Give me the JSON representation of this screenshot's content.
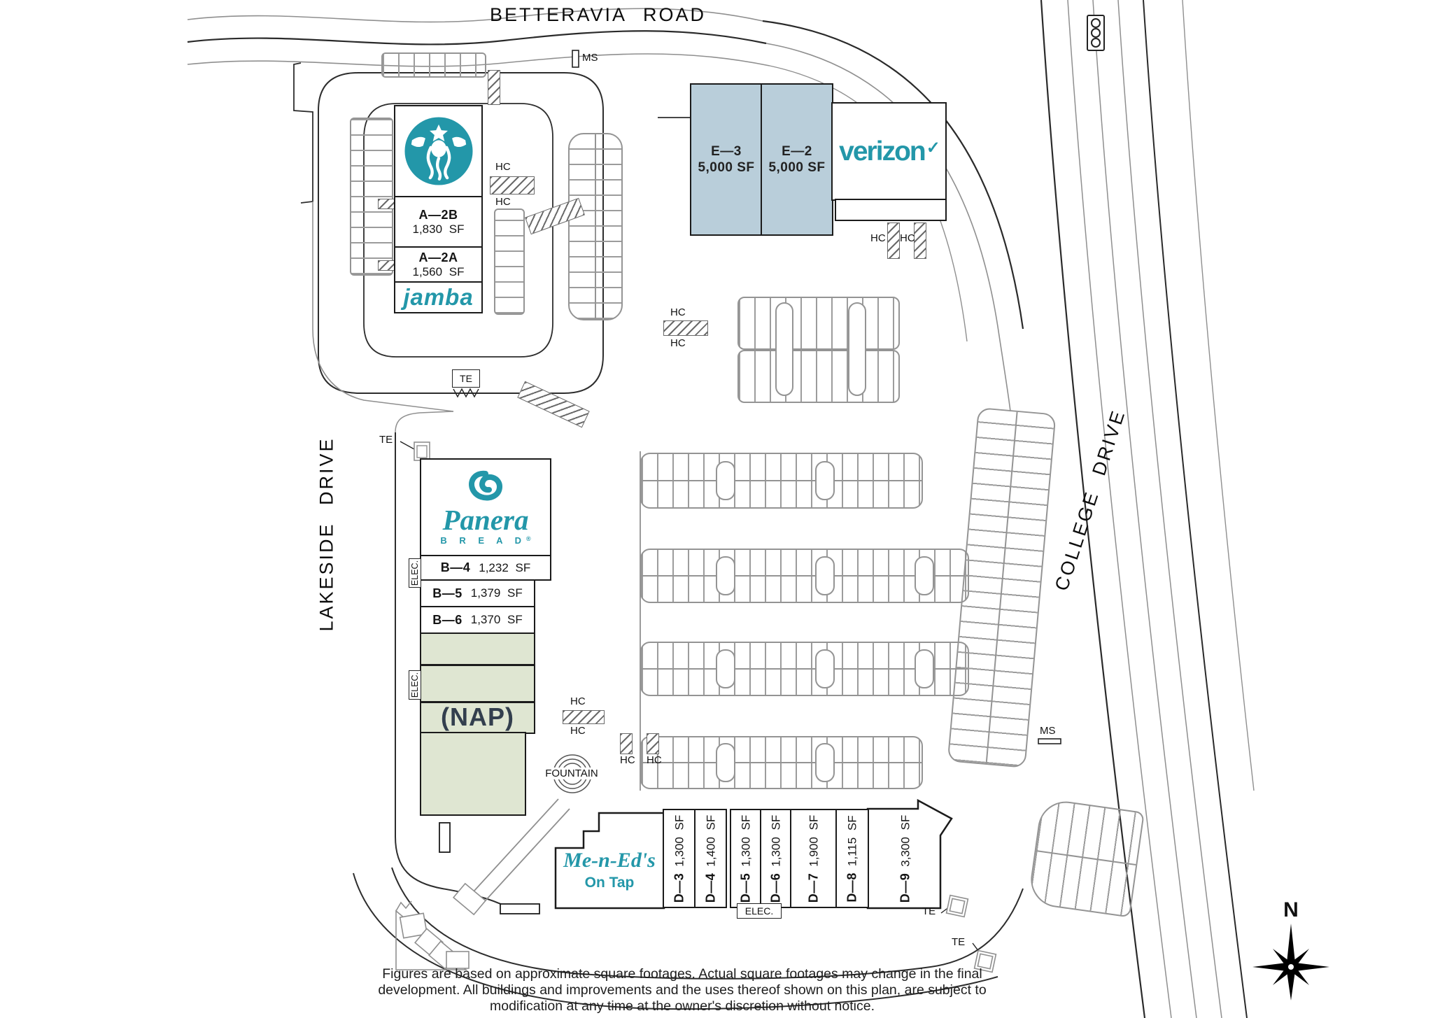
{
  "roads": {
    "betteravia": "BETTERAVIA ROAD",
    "lakeside": "LAKESIDE DRIVE",
    "college": "COLLEGE DRIVE"
  },
  "pads": {
    "a": {
      "units": [
        {
          "id": "A—2B",
          "sf": "1,830 SF"
        },
        {
          "id": "A—2A",
          "sf": "1,560 SF"
        }
      ],
      "jamba": "jamba"
    },
    "e": {
      "units": [
        {
          "id": "E—3",
          "sf": "5,000 SF"
        },
        {
          "id": "E—2",
          "sf": "5,000 SF"
        }
      ],
      "verizon": "verizon",
      "check": "✓"
    },
    "b": {
      "panera": "Panera",
      "bread": "B R E A D",
      "reg": "®",
      "units": [
        {
          "id": "B—4",
          "sf": "1,232 SF"
        },
        {
          "id": "B—5",
          "sf": "1,379 SF"
        },
        {
          "id": "B—6",
          "sf": "1,370 SF"
        }
      ],
      "nap": "(NAP)"
    },
    "d": {
      "meneds": "Me-n-Ed's",
      "ontap": "On Tap",
      "units": [
        {
          "id": "D—3",
          "sf": "1,300 SF"
        },
        {
          "id": "D—4",
          "sf": "1,400 SF"
        },
        {
          "id": "D—5",
          "sf": "1,300 SF"
        },
        {
          "id": "D—6",
          "sf": "1,300 SF"
        },
        {
          "id": "D—7",
          "sf": "1,900 SF"
        },
        {
          "id": "D—8",
          "sf": "1,115 SF"
        },
        {
          "id": "D—9",
          "sf": "3,300 SF"
        }
      ]
    }
  },
  "labels": {
    "hc": "HC",
    "te": "TE",
    "ms": "MS",
    "elec": "ELEC.",
    "fountain": "FOUNTAIN",
    "north": "N"
  },
  "disclaimer": {
    "line1": "Figures are based on approximate square footages. Actual square footages may change in the final",
    "line2": "development. All buildings and improvements and the uses thereof shown on this plan, are subject to",
    "line3": "modification at any time at the owner's discretion without notice."
  },
  "colors": {
    "teal": "#2397A9",
    "pad_blue": "#B9CEDA",
    "nap_green": "#DFE6D2",
    "nap_text": "#333F4E"
  }
}
